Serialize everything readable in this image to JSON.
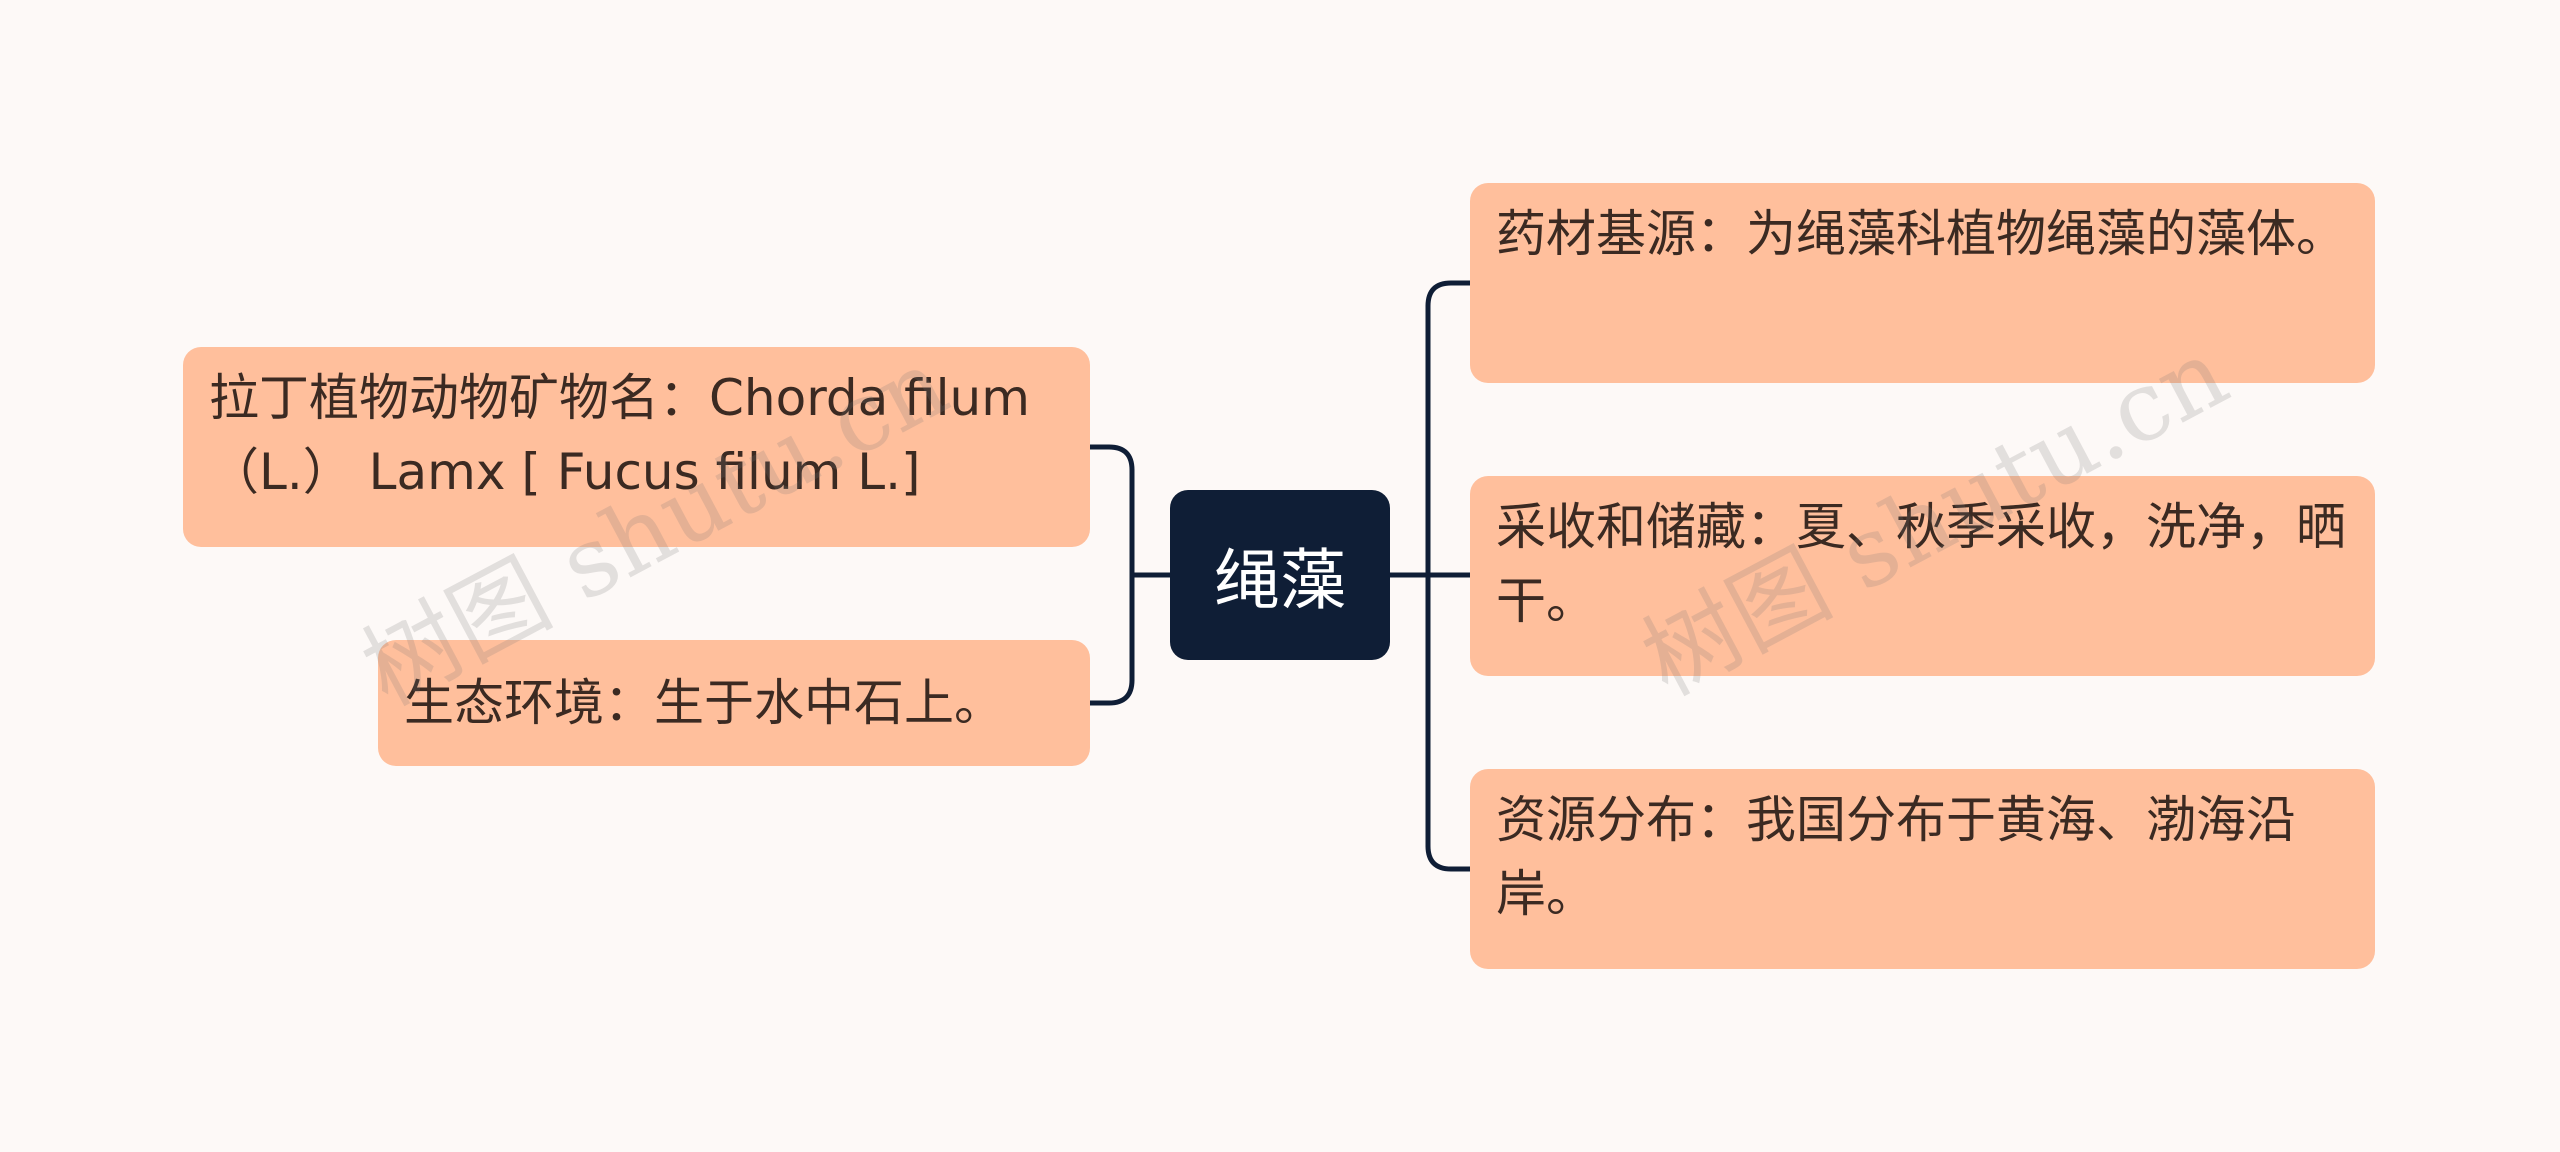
{
  "root": {
    "label": "绳藻"
  },
  "left_nodes": [
    {
      "id": "latin",
      "text": "拉丁植物动物矿物名：Chorda filum（L.） Lamx [ Fucus filum L.]"
    },
    {
      "id": "eco",
      "text": "生态环境：生于水中石上。"
    }
  ],
  "right_nodes": [
    {
      "id": "source",
      "text": "药材基源：为绳藻科植物绳藻的藻体。"
    },
    {
      "id": "harvest",
      "text": "采收和储藏：夏、秋季采收，洗净，晒干。"
    },
    {
      "id": "dist",
      "text": "资源分布：我国分布于黄海、渤海沿岸。"
    }
  ],
  "watermark": {
    "text": "树图 shutu.cn"
  },
  "colors": {
    "background": "#fdf9f7",
    "root_fill": "#0f1e36",
    "node_fill": "#ffbf9c",
    "connector": "#0f1e36"
  }
}
